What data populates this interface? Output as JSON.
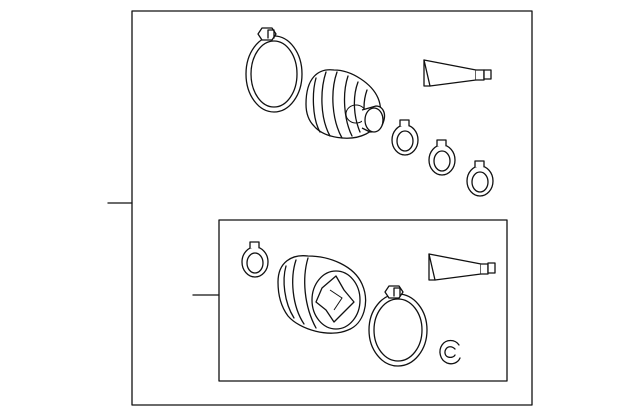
{
  "diagram": {
    "type": "exploded-parts-diagram",
    "stroke_color": "#111111",
    "background_color": "#ffffff",
    "assemblies": [
      {
        "name": "outer-boot-kit",
        "parts": [
          "large-band-clamp",
          "outer-cv-boot",
          "grease-tube",
          "small-clamp",
          "small-clamp",
          "small-clamp"
        ]
      },
      {
        "name": "inner-boot-kit",
        "parts": [
          "small-clamp",
          "inner-cv-boot",
          "grease-tube",
          "large-band-clamp",
          "snap-ring"
        ]
      }
    ]
  }
}
